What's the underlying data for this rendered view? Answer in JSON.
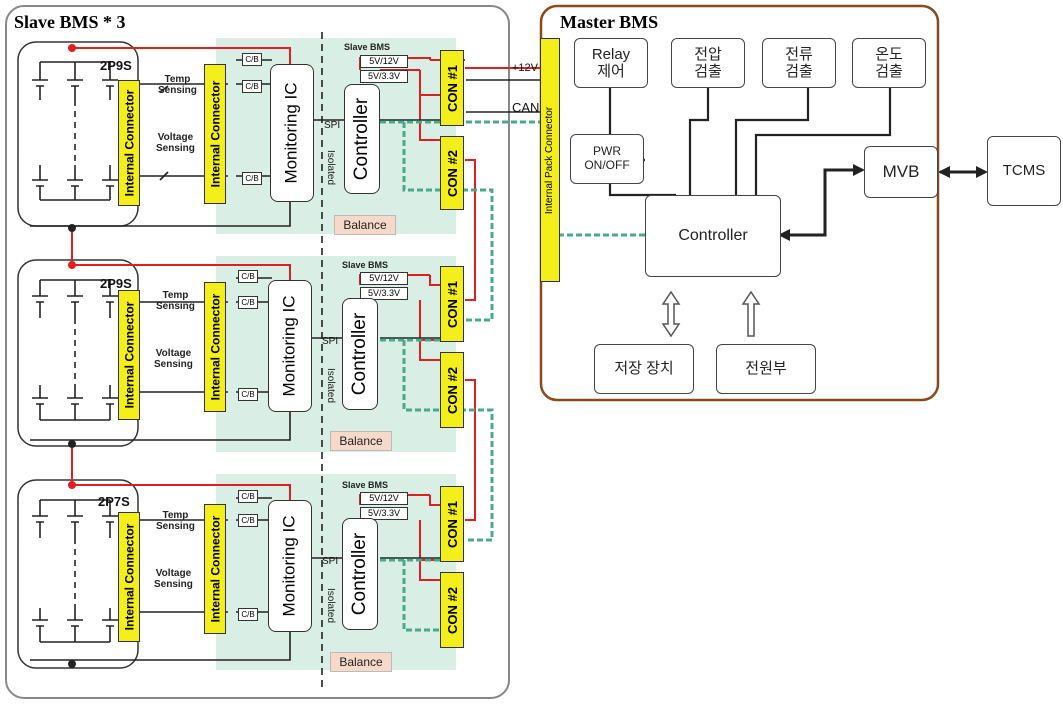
{
  "slave_title": "Slave BMS * 3",
  "master_title": "Master BMS",
  "modules": [
    {
      "pack": "2P9S"
    },
    {
      "pack": "2P9S"
    },
    {
      "pack": "2P7S"
    }
  ],
  "module_labels": {
    "internal_connector": "Internal Connector",
    "temp_sensing": "Temp\nSensing",
    "voltage_sensing": "Voltage\nSensing",
    "cb": "C/B",
    "monitoring_ic": "Monitoring IC",
    "controller": "Controller",
    "slave_bms": "Slave BMS",
    "v1": "5V/12V",
    "v2": "5V/3.3V",
    "spi": "SPI",
    "isolated": "Isolated",
    "balance": "Balance",
    "con1": "CON #1",
    "con2": "CON #2"
  },
  "bus_labels": {
    "plus12v": "+12V",
    "can": "CAN",
    "internal_pack_connector": "Internal Pack Connector"
  },
  "master": {
    "relay": "Relay\n제어",
    "voltage_detect": "전압\n검출",
    "current_detect": "전류\n검출",
    "temp_detect": "온도\n검출",
    "pwr": "PWR\nON/OFF",
    "controller": "Controller",
    "mvb": "MVB",
    "storage": "저장 장치",
    "power": "전원부"
  },
  "tcms": "TCMS",
  "colors": {
    "master_border": "#8b4a1c",
    "slave_border": "#888888",
    "teal_bg": "#d9efe6",
    "wire_red": "#e02020",
    "chain_green": "#4aa88c",
    "connector_yellow": "#f4ee1a"
  }
}
